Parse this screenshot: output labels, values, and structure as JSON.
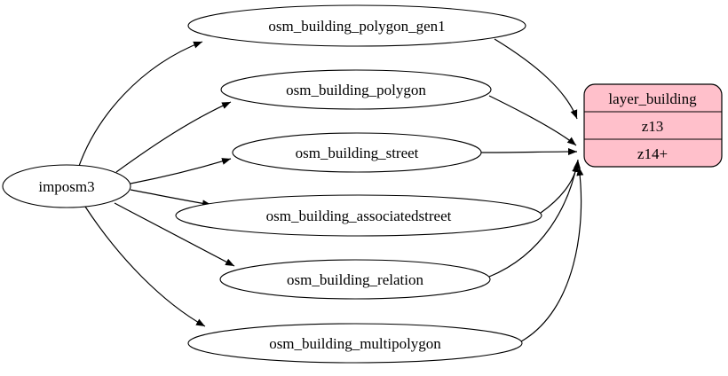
{
  "diagram": {
    "background": "#ffffff",
    "node_fill": "#ffffff",
    "node_stroke": "#000000",
    "edge_color": "#000000",
    "source": {
      "label": "imposm3"
    },
    "tables": [
      {
        "label": "osm_building_polygon_gen1"
      },
      {
        "label": "osm_building_polygon"
      },
      {
        "label": "osm_building_street"
      },
      {
        "label": "osm_building_associatedstreet"
      },
      {
        "label": "osm_building_relation"
      },
      {
        "label": "osm_building_multipolygon"
      }
    ],
    "layer": {
      "title": "layer_building",
      "rows": [
        {
          "label": "z13"
        },
        {
          "label": "z14+"
        }
      ],
      "fill": "#ffc0cb",
      "stroke": "#000000"
    },
    "edges": [
      {
        "from": "imposm3",
        "to": "osm_building_polygon_gen1"
      },
      {
        "from": "imposm3",
        "to": "osm_building_polygon"
      },
      {
        "from": "imposm3",
        "to": "osm_building_street"
      },
      {
        "from": "imposm3",
        "to": "osm_building_associatedstreet"
      },
      {
        "from": "imposm3",
        "to": "osm_building_relation"
      },
      {
        "from": "imposm3",
        "to": "osm_building_multipolygon"
      },
      {
        "from": "osm_building_polygon_gen1",
        "to": "layer_building:z13"
      },
      {
        "from": "osm_building_polygon",
        "to": "layer_building:z14+"
      },
      {
        "from": "osm_building_street",
        "to": "layer_building:z14+"
      },
      {
        "from": "osm_building_associatedstreet",
        "to": "layer_building:z14+"
      },
      {
        "from": "osm_building_relation",
        "to": "layer_building:z14+"
      },
      {
        "from": "osm_building_multipolygon",
        "to": "layer_building:z14+"
      }
    ]
  }
}
